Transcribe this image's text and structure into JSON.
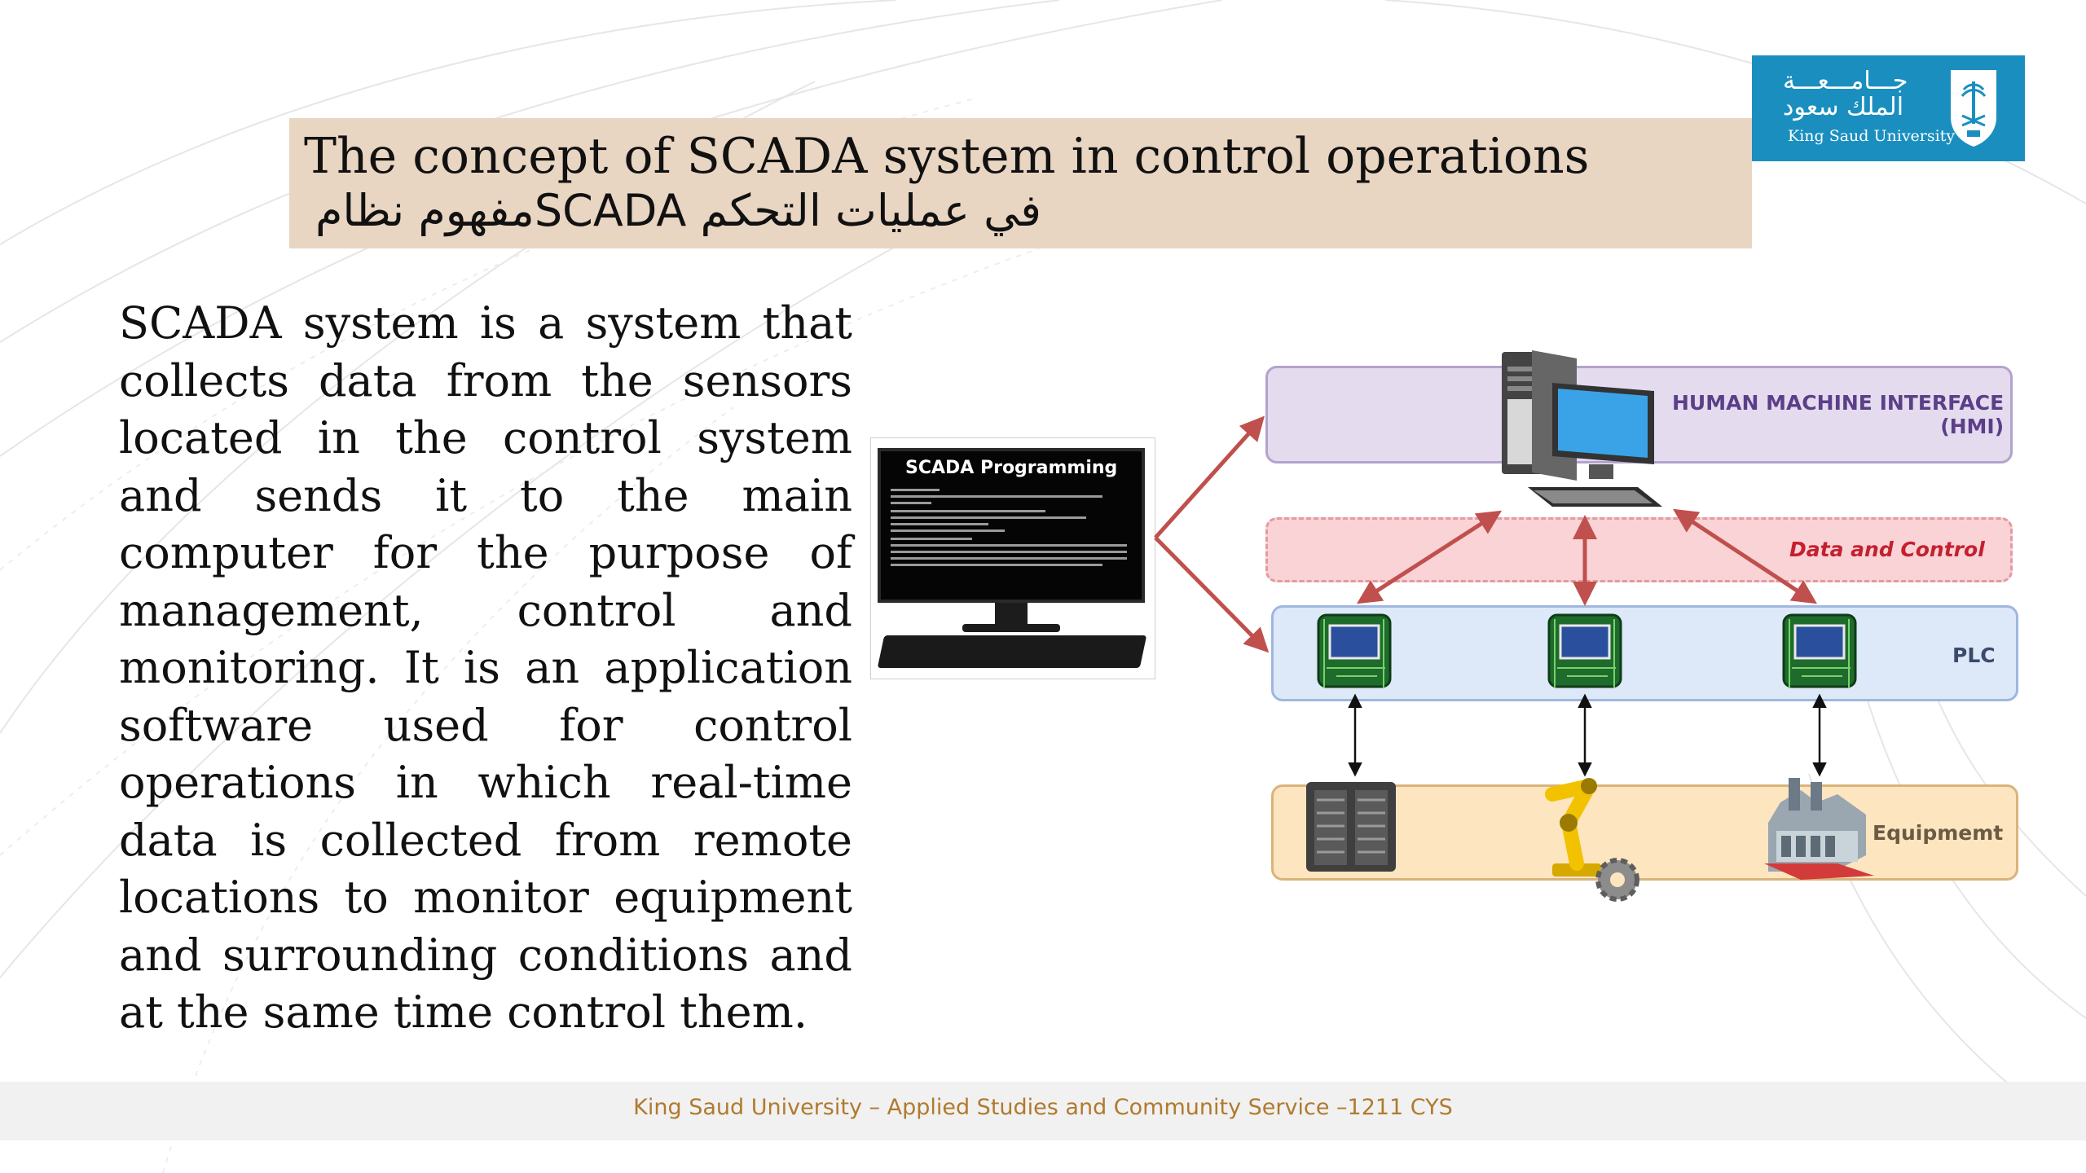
{
  "title": {
    "en": "The concept of SCADA system in control operations",
    "ar": "في عمليات التحكم SCADAمفهوم نظام"
  },
  "logo": {
    "ar_line1": "جـــامـــعـــة",
    "ar_line2": "الملك سعود",
    "en": "King Saud University"
  },
  "body_text": "SCADA system is a system that collects data from the sensors located in the control system and sends it to the main computer for the purpose of management, control and monitoring. It is an application software used for control operations in which real-time data is collected from remote locations to monitor equipment and surrounding conditions and at the same time control them.",
  "monitor": {
    "screen_title": "SCADA Programming"
  },
  "diagram": {
    "hmi_label_line1": "HUMAN MACHINE INTERFACE",
    "hmi_label_line2": "(HMI)",
    "data_label": "Data and Control",
    "plc_label": "PLC",
    "equipment_label": "Equipmemt"
  },
  "footer": {
    "text": "King Saud University – Applied Studies and Community Service –1211 CYS"
  },
  "colors": {
    "title_band": "#e8d5c2",
    "logo_blue": "#1a8fbf",
    "hmi_fill": "#e4dbee",
    "data_fill": "#f9d3d6",
    "plc_fill": "#dde8f8",
    "equipment_fill": "#fde5c0",
    "arrow_red": "#c0504d",
    "footer_text": "#b07a2e"
  },
  "icons": [
    "university-emblem-icon",
    "computer-workstation-icon",
    "plc-chip-icon",
    "server-rack-icon",
    "robot-arm-icon",
    "factory-icon"
  ]
}
